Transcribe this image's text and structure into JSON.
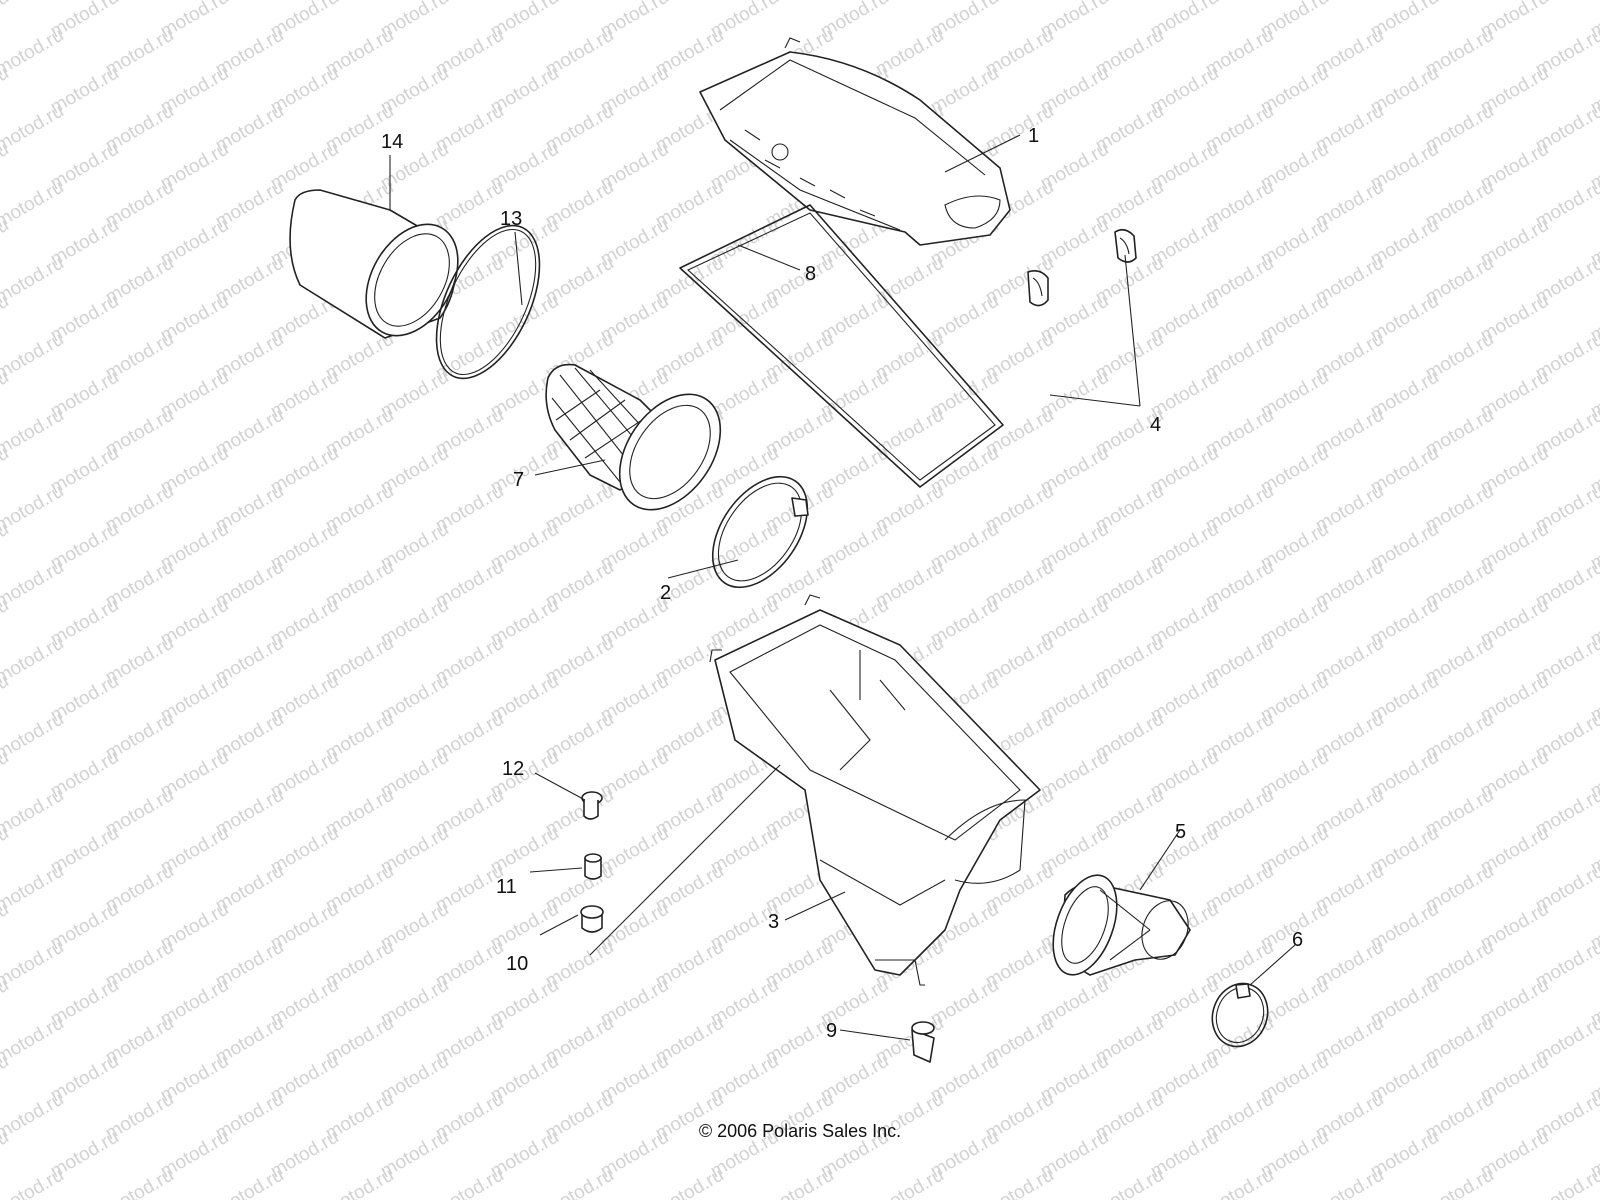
{
  "watermark": "motod.ru",
  "copyright": "© 2006 Polaris Sales Inc.",
  "parts": [
    {
      "id": "1",
      "label": "1"
    },
    {
      "id": "2",
      "label": "2"
    },
    {
      "id": "3",
      "label": "3"
    },
    {
      "id": "4",
      "label": "4"
    },
    {
      "id": "5",
      "label": "5"
    },
    {
      "id": "6",
      "label": "6"
    },
    {
      "id": "7",
      "label": "7"
    },
    {
      "id": "8",
      "label": "8"
    },
    {
      "id": "9",
      "label": "9"
    },
    {
      "id": "10",
      "label": "10"
    },
    {
      "id": "11",
      "label": "11"
    },
    {
      "id": "12",
      "label": "12"
    },
    {
      "id": "13",
      "label": "13"
    },
    {
      "id": "14",
      "label": "14"
    }
  ]
}
